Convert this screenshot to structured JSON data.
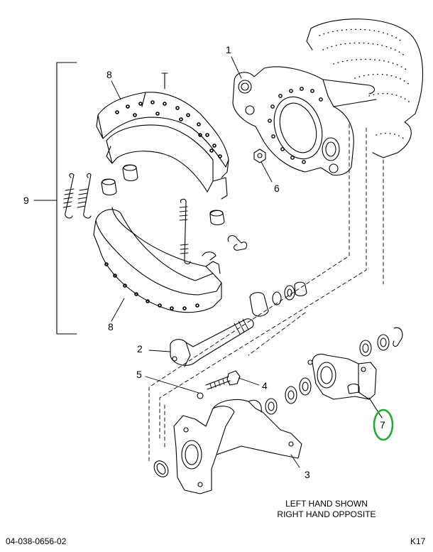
{
  "callouts": {
    "c1": "1",
    "c2": "2",
    "c3": "3",
    "c4": "4",
    "c5": "5",
    "c6": "6",
    "c7": "7",
    "c8_top": "8",
    "c8_bottom": "8",
    "c9": "9"
  },
  "caption": {
    "line1": "LEFT HAND SHOWN",
    "line2": "RIGHT HAND OPPOSITE"
  },
  "footer": {
    "drawing_number": "04-038-0656-02",
    "page_ref": "K17"
  },
  "colors": {
    "line": "#000000",
    "highlight": "#22aa33",
    "background": "#ffffff"
  }
}
